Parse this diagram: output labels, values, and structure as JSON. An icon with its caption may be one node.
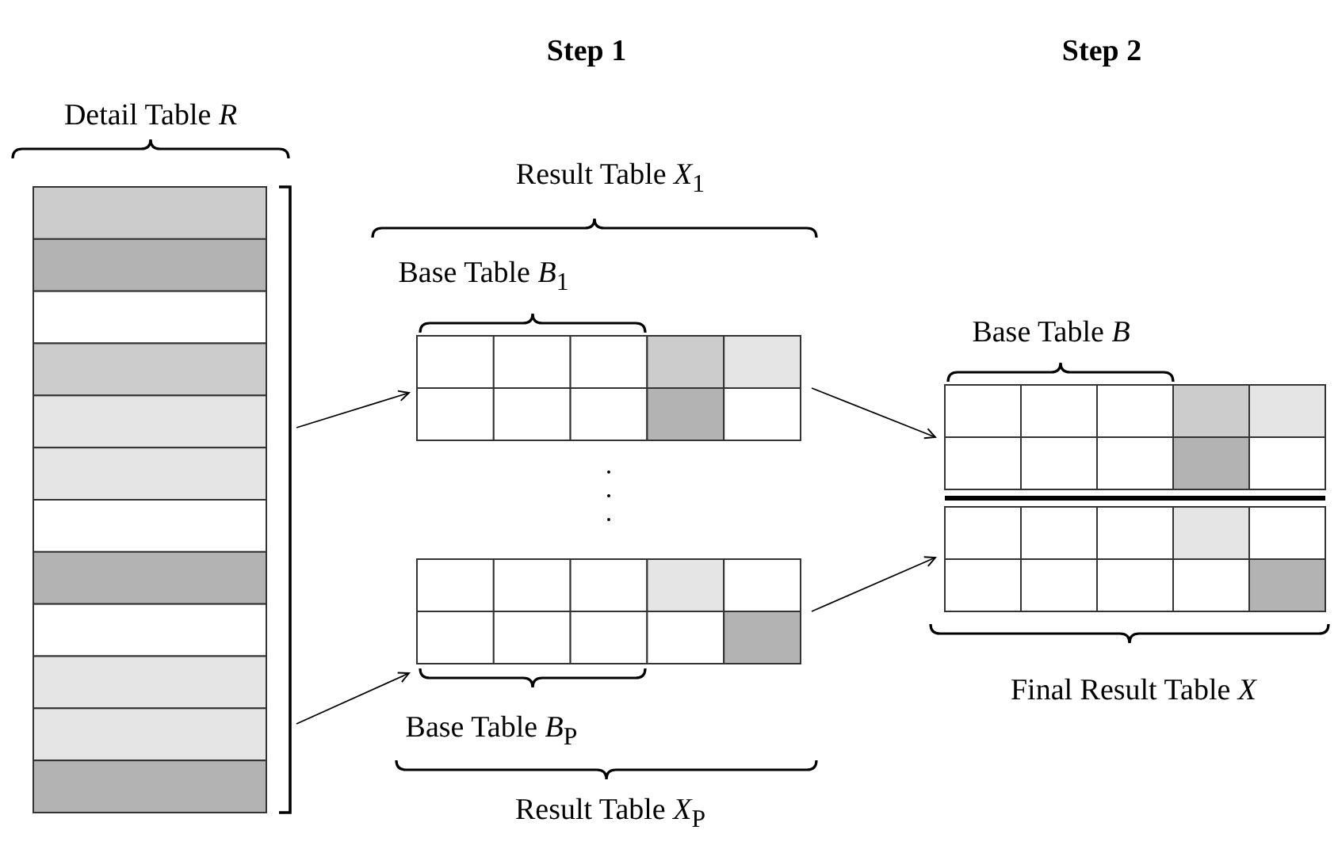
{
  "diagram": {
    "nodes": [
      {
        "text": [
          "Detail Table *R*"
        ]
      },
      {
        "text": [
          "Result Table *X*$_{1}$",
          "Base Table *B*$_{1}$"
        ]
      },
      {
        "text": [
          "Base Table *B*$_{P}$",
          "Result Table *X*$_{P}$"
        ]
      },
      {
        "text": [
          "Base Table *B*",
          "Final Result Table *X*"
        ]
      }
    ],
    "edges": [
      {
        "from": 0,
        "to": 1,
        "arrow": "to"
      },
      {
        "from": 0,
        "to": 2,
        "arrow": "to"
      },
      {
        "from": 1,
        "to": 3,
        "arrow": "to"
      },
      {
        "from": 2,
        "to": 3,
        "arrow": "to"
      }
    ],
    "labels": [
      "Step 1",
      "Step 2"
    ]
  }
}
